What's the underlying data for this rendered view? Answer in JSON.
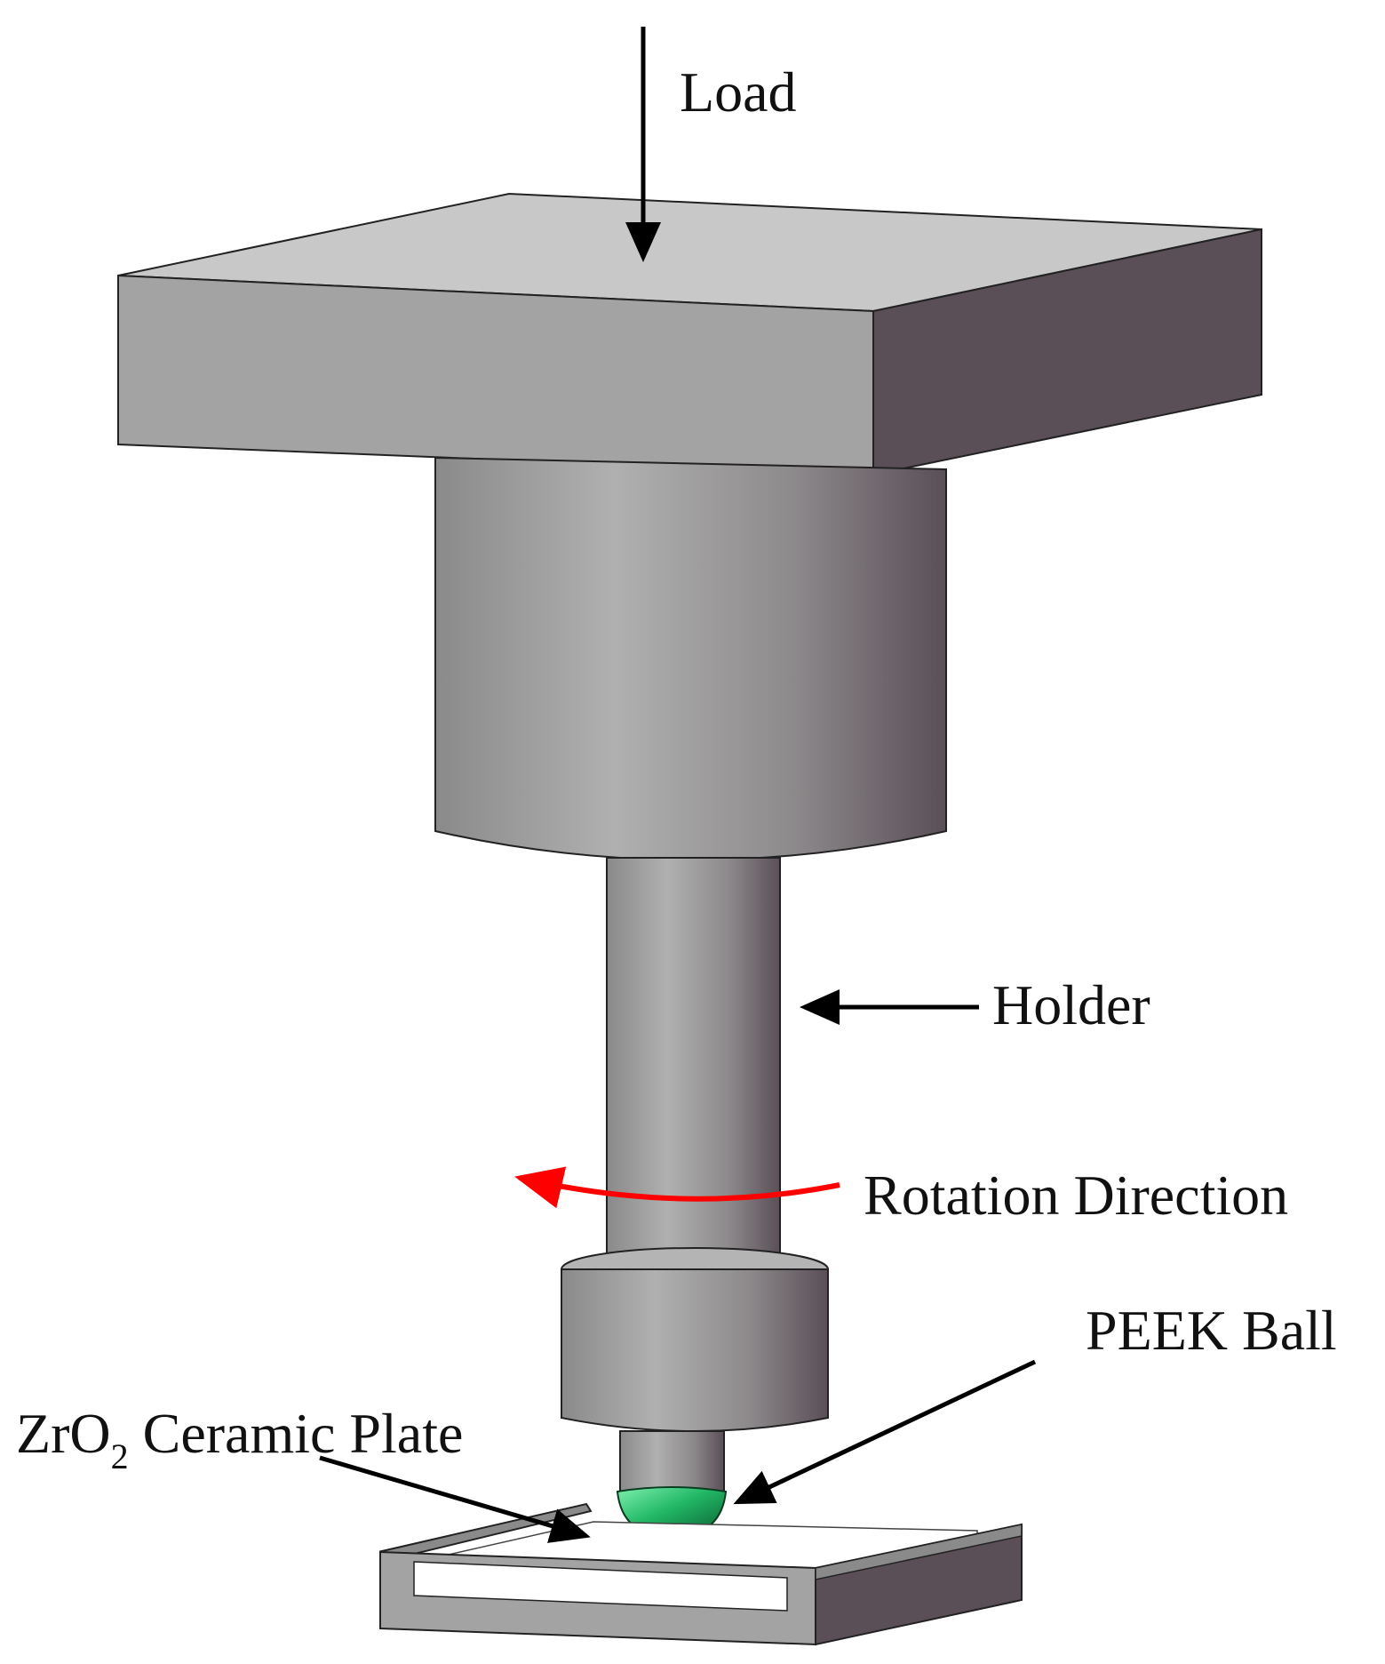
{
  "labels": {
    "load": "Load",
    "holder": "Holder",
    "rotation": "Rotation Direction",
    "ball": "PEEK Ball",
    "plate_prefix": "ZrO",
    "plate_subscript": "2",
    "plate_suffix": " Ceramic Plate"
  },
  "colors": {
    "steel_top": "#c8c8c8",
    "steel_front": "#a3a3a3",
    "steel_side": "#5a4f57",
    "ball": "#1fa85a",
    "rotation_arrow": "#ff0000",
    "arrow": "#000000"
  }
}
